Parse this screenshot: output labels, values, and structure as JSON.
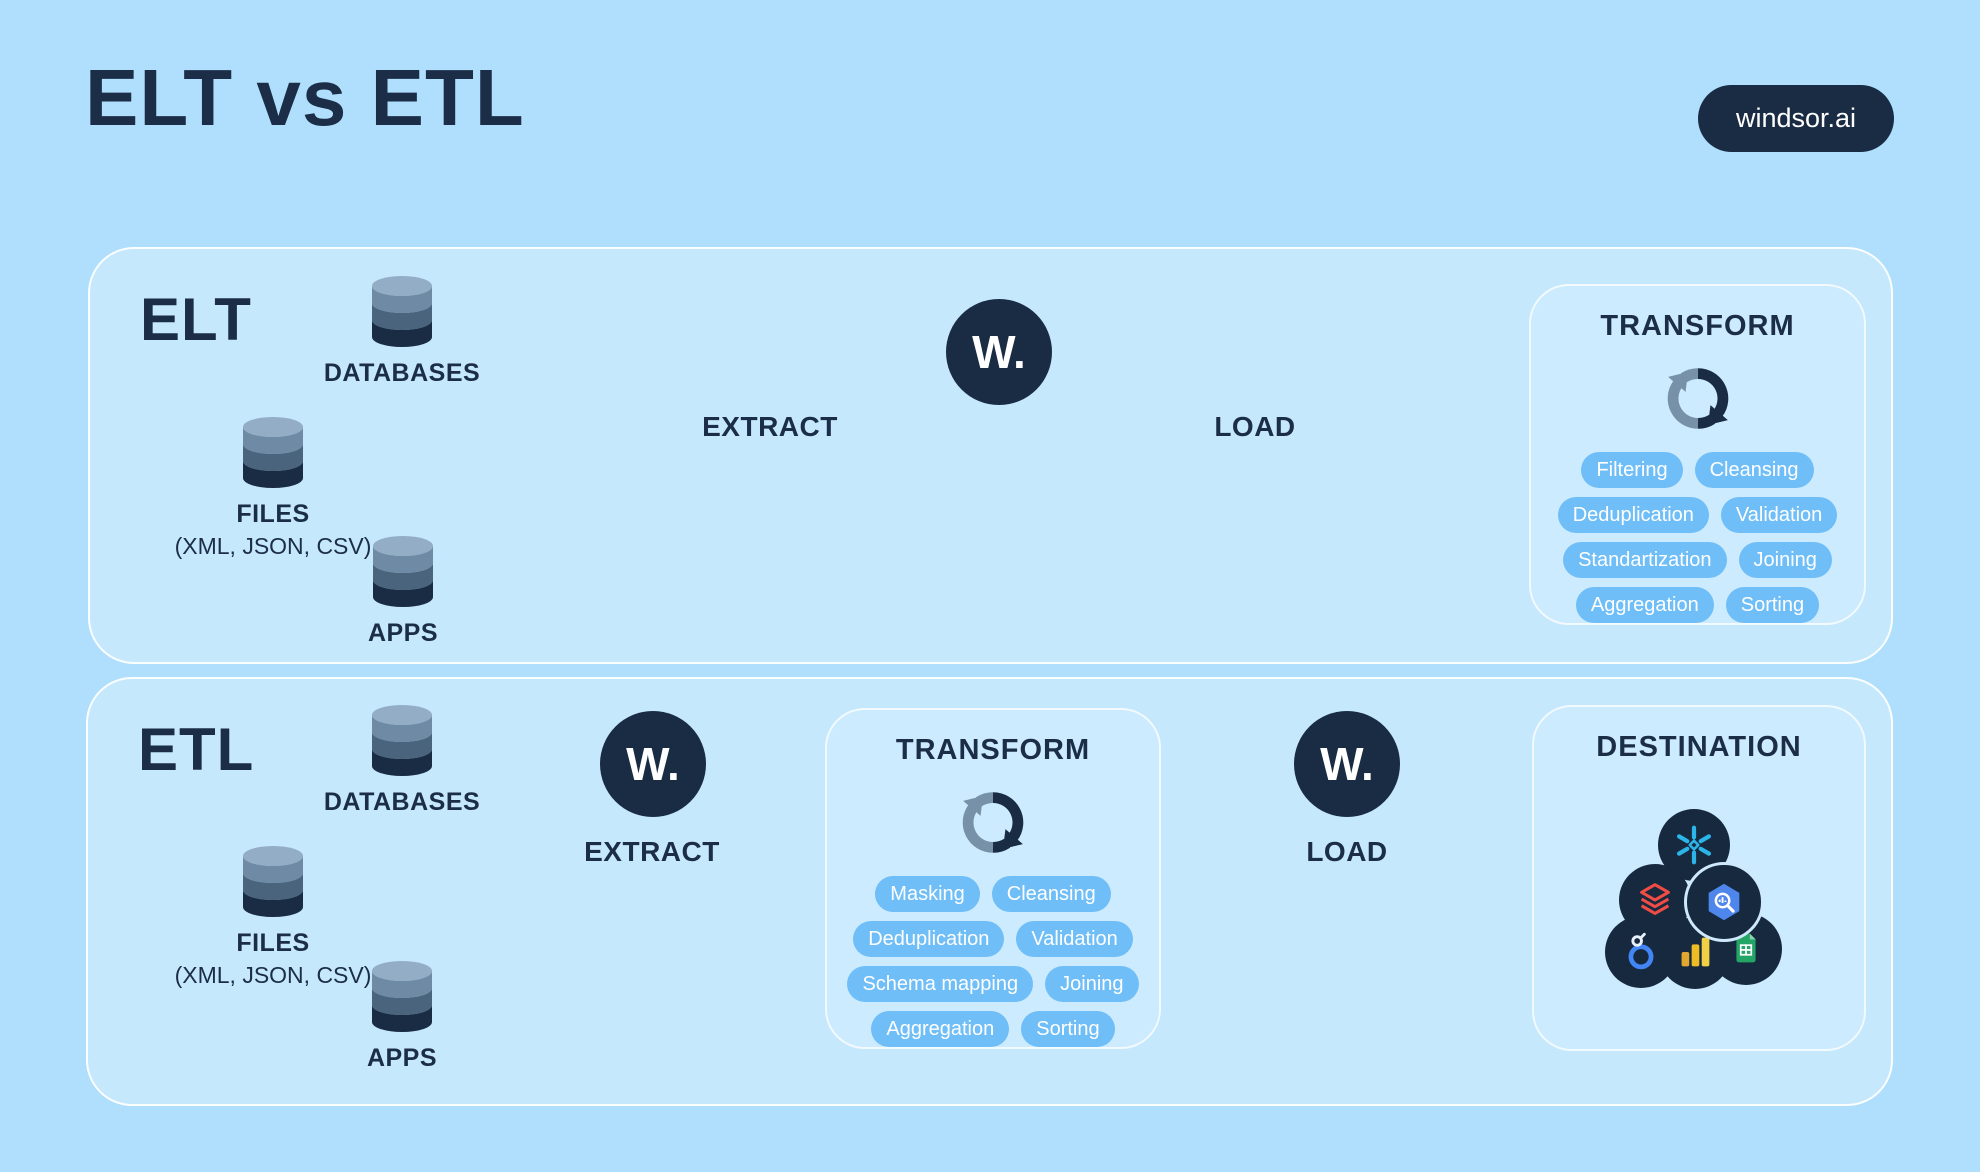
{
  "title": "ELT vs ETL",
  "brand": {
    "label": "windsor.ai"
  },
  "logo_monogram": "W.",
  "panels": [
    {
      "name": "ELT",
      "sources": [
        {
          "label": "DATABASES"
        },
        {
          "label": "FILES",
          "sublabel": "(XML, JSON, CSV)"
        },
        {
          "label": "APPS"
        }
      ],
      "extract_label": "EXTRACT",
      "load_label": "LOAD",
      "transform": {
        "title": "TRANSFORM",
        "tags": [
          "Filtering",
          "Cleansing",
          "Deduplication",
          "Validation",
          "Standartization",
          "Joining",
          "Aggregation",
          "Sorting"
        ]
      }
    },
    {
      "name": "ETL",
      "sources": [
        {
          "label": "DATABASES"
        },
        {
          "label": "FILES",
          "sublabel": "(XML, JSON, CSV)"
        },
        {
          "label": "APPS"
        }
      ],
      "extract_label": "EXTRACT",
      "load_label": "LOAD",
      "transform": {
        "title": "TRANSFORM",
        "tags": [
          "Masking",
          "Cleansing",
          "Deduplication",
          "Validation",
          "Schema mapping",
          "Joining",
          "Aggregation",
          "Sorting"
        ]
      },
      "destination": {
        "title": "DESTINATION",
        "logos": [
          "snowflake-icon",
          "databricks-icon",
          "bigquery-icon",
          "looker-icon",
          "powerbi-icon",
          "google-sheets-icon"
        ]
      }
    }
  ],
  "colors": {
    "background": "#afdffc",
    "panel": "#c5e8fd",
    "card": "#cdebfe",
    "navy": "#1a2c44",
    "tag_blue": "#6fbef7",
    "wire_white": "#ffffff",
    "cylinder_bands": [
      "#92adc5",
      "#6e8aa5",
      "#4a647e",
      "#1a2c44"
    ],
    "sync_dark": "#1a2c44",
    "sync_gray": "#7691a8",
    "snowflake_cyan": "#2bb5e8",
    "databricks_red": "#ee4c45",
    "bigquery_blue": "#4e86ec",
    "powerbi_yellow": "#f2c80f",
    "sheets_green": "#23a566",
    "looker_blue": "#4285f4"
  }
}
